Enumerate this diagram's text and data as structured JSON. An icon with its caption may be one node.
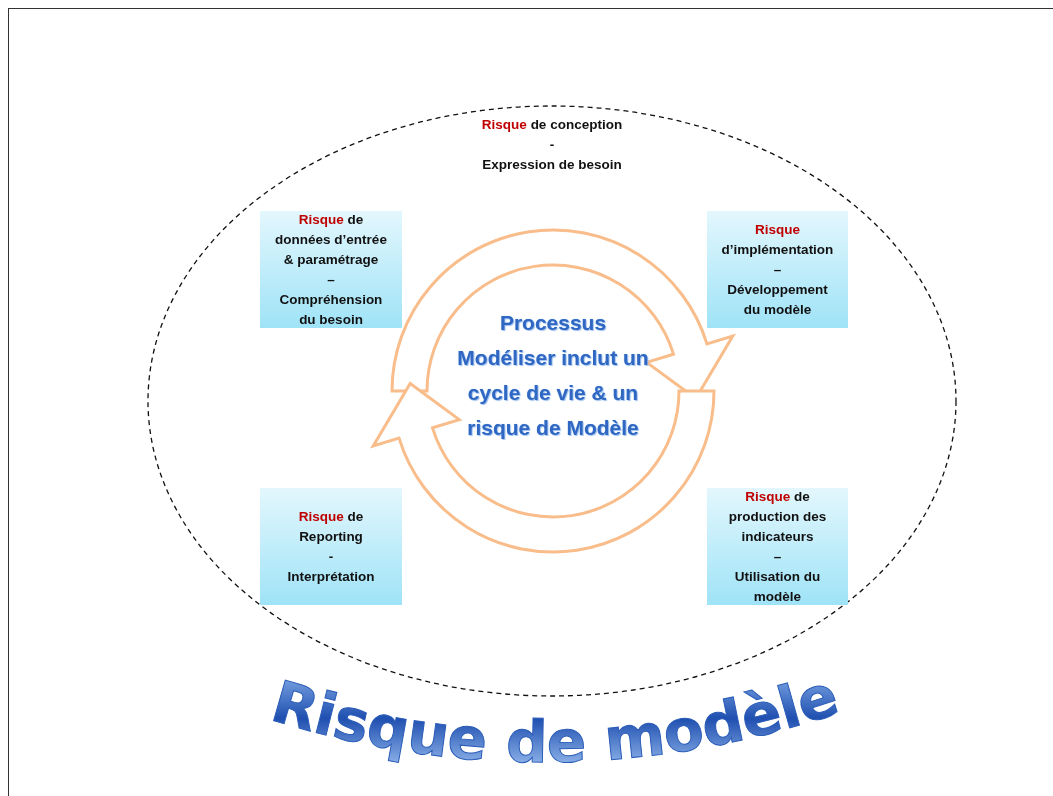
{
  "diagram": {
    "nodes": [
      {
        "text": [
          "Risque de conception",
          "-",
          "Expression de besoin"
        ],
        "beside": [
          "Risque de modèle"
        ]
      },
      {
        "text": [
          "Risque de données d’entrée & paramétrage",
          "–",
          "Compréhension du besoin"
        ],
        "in": 0
      },
      {
        "text": [
          "Risque d’implémentation",
          "–",
          "Développement du modèle"
        ],
        "in": 0
      },
      {
        "text": [
          "Risque de Reporting",
          "-",
          "Interprétation"
        ],
        "in": 0
      },
      {
        "text": [
          "Risque de production des indicateurs",
          "–",
          "Utilisation du modèle"
        ],
        "in": 0
      }
    ],
    "labels": [
      "Processus Modéliser inclut un cycle de vie & un risque de Modèle"
    ]
  }
}
